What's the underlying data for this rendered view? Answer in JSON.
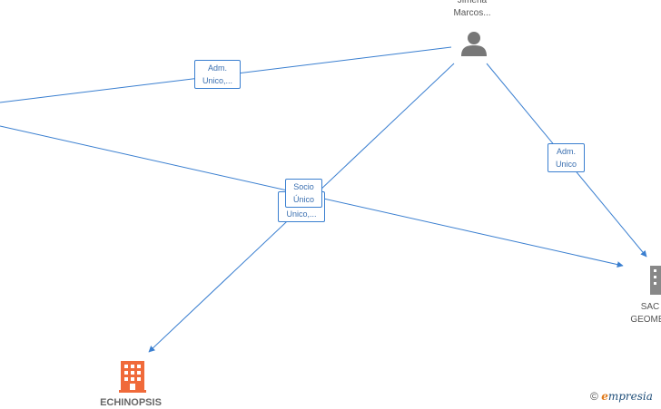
{
  "colors": {
    "edge": "#3a7fd0",
    "person": "#777777",
    "company_highlight": "#f06a3a",
    "company": "#888888"
  },
  "nodes": {
    "person": {
      "label_line1": "Jimena",
      "label_line2": "Marcos...",
      "icon": "person-icon"
    },
    "company_echinopsis": {
      "label": "ECHINOPSIS",
      "icon": "building-icon"
    },
    "company_sac": {
      "label_line1": "SAC",
      "label_line2": "GEOMET",
      "icon": "building-icon"
    }
  },
  "edges": {
    "adm_unico_top": {
      "line1": "Adm.",
      "line2": "Unico,..."
    },
    "adm_unico_right": {
      "line1": "Adm.",
      "line2": "Unico"
    },
    "socio_unico": {
      "line1": "Socio",
      "line2": "Único"
    },
    "unico_back": {
      "line1": "Unico,..."
    }
  },
  "watermark": {
    "symbol": "©",
    "brand_first": "e",
    "brand_rest": "mpresia"
  }
}
